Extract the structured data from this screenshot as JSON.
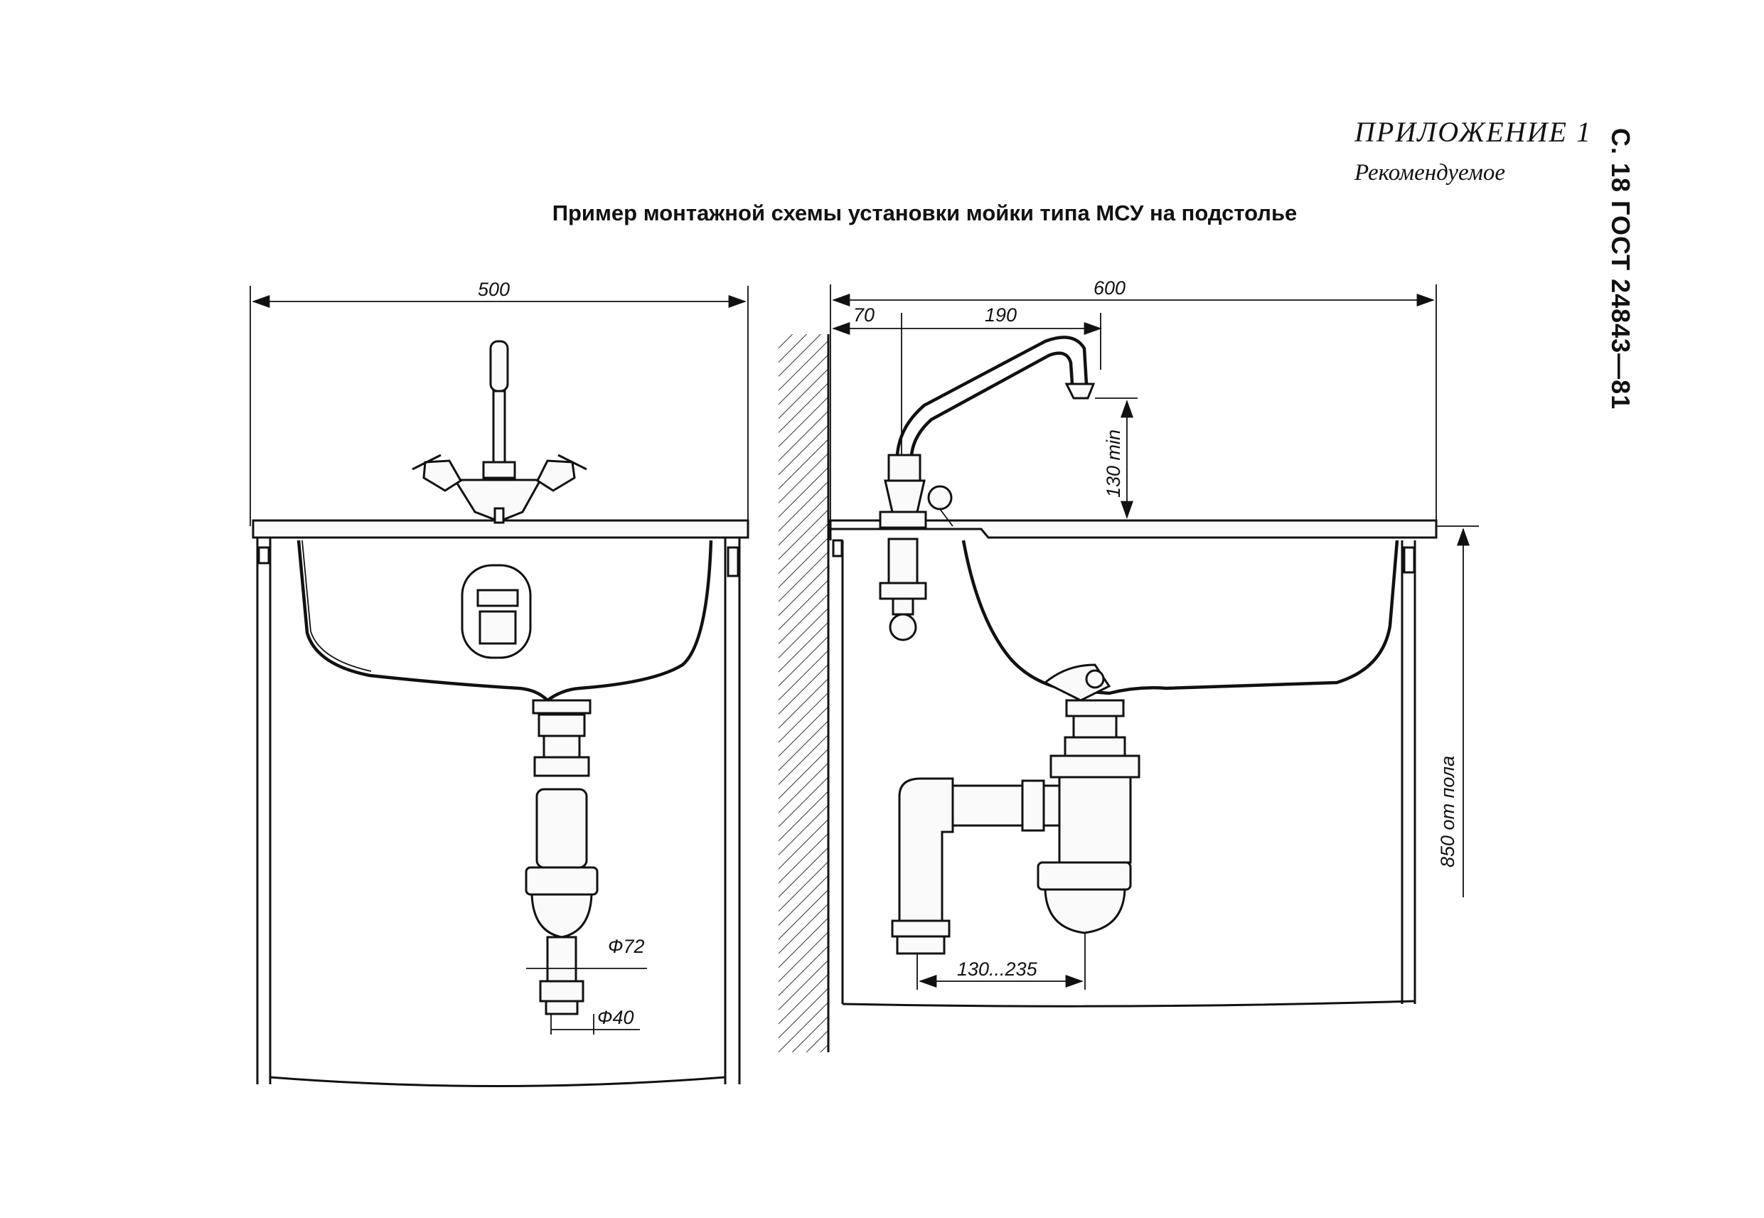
{
  "header": {
    "appendix": "ПРИЛОЖЕНИЕ 1",
    "status": "Рекомендуемое",
    "page_ref": "С. 18 ГОСТ 24843—81"
  },
  "figure": {
    "title": "Пример монтажной схемы установки мойки типа МСУ на подстолье"
  },
  "front_view": {
    "width_dim": "500",
    "outlet_dim": "Ф72",
    "drain_dim": "Ф40"
  },
  "side_view": {
    "width_dim": "600",
    "offset_dim": "70",
    "spout_dim": "190",
    "height_dim": "130 min",
    "floor_dim": "850 от пола",
    "trap_range_dim": "130...235"
  }
}
